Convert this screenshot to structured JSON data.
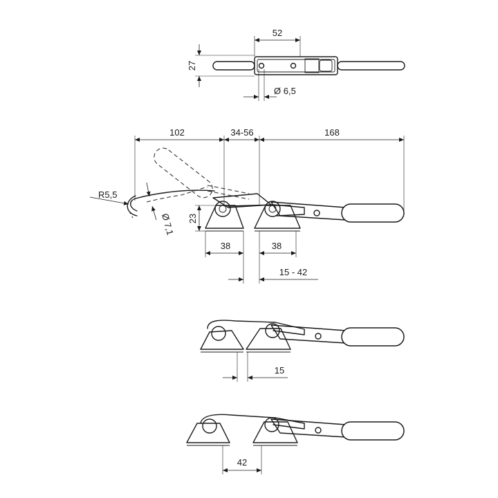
{
  "top_view": {
    "width": "52",
    "height": "27",
    "hole": "Ø 6,5"
  },
  "side_view": {
    "hook_length": "102",
    "adjust_range": "34-56",
    "handle_length": "168",
    "radius": "R5,5",
    "wire": "Ø 7,1",
    "base_height": "23",
    "base_left": "38",
    "base_right": "38",
    "spacing_range": "15 - 42"
  },
  "position_min": {
    "spacing": "15"
  },
  "position_max": {
    "spacing": "42"
  }
}
